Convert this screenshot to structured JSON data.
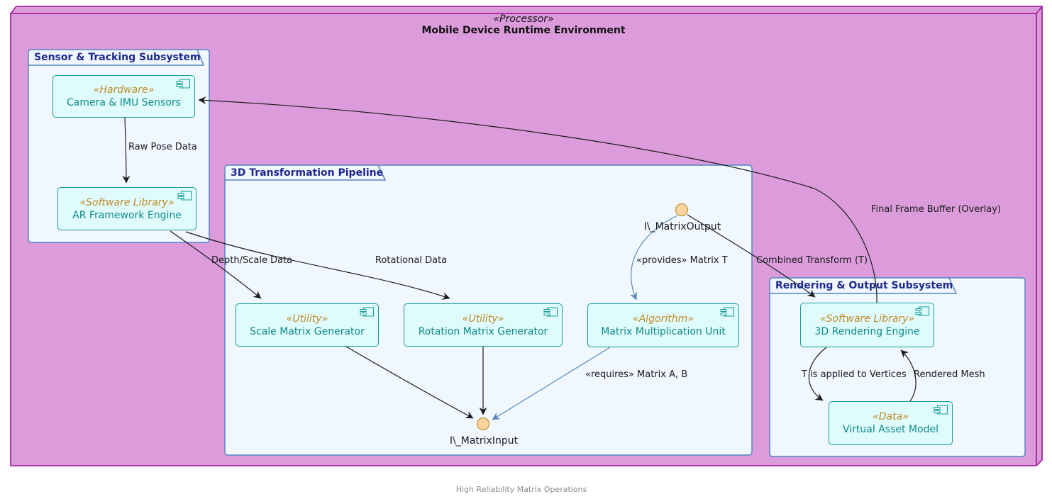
{
  "diagram": {
    "node": {
      "stereotype": "«Processor»",
      "title": "Mobile Device Runtime Environment"
    },
    "packages": {
      "sensor": {
        "title": "Sensor & Tracking Subsystem"
      },
      "pipeline": {
        "title": "3D Transformation Pipeline"
      },
      "rendering": {
        "title": "Rendering & Output Subsystem"
      }
    },
    "components": {
      "camera": {
        "stereotype": "«Hardware»",
        "name": "Camera & IMU Sensors"
      },
      "arfe": {
        "stereotype": "«Software Library»",
        "name": "AR Framework Engine"
      },
      "scale": {
        "stereotype": "«Utility»",
        "name": "Scale Matrix Generator"
      },
      "rotation": {
        "stereotype": "«Utility»",
        "name": "Rotation Matrix Generator"
      },
      "mmu": {
        "stereotype": "«Algorithm»",
        "name": "Matrix Multiplication Unit"
      },
      "render": {
        "stereotype": "«Software Library»",
        "name": "3D Rendering Engine"
      },
      "asset": {
        "stereotype": "«Data»",
        "name": "Virtual Asset Model"
      }
    },
    "interfaces": {
      "output": {
        "label": "I\\_MatrixOutput"
      },
      "input": {
        "label": "I\\_MatrixInput"
      }
    },
    "edge_labels": {
      "raw_pose": "Raw Pose Data",
      "depth_scale": "Depth/Scale Data",
      "rotational": "Rotational Data",
      "provides": "«provides» Matrix T",
      "requires": "«requires» Matrix A, B",
      "combined": "Combined Transform (T)",
      "frame_buffer": "Final Frame Buffer (Overlay)",
      "apply_t": "T is applied to Vertices",
      "rendered_mesh": "Rendered Mesh"
    },
    "caption": "High Reliability Matrix Operations",
    "colors": {
      "node_fill": "#DC9CDC",
      "node_border": "#A126A1",
      "pkg_fill": "#F0F7FE",
      "pkg_border": "#5585C0",
      "pkg_title": "#20288E",
      "comp_fill": "#E0FBFB",
      "comp_border": "#169B9B",
      "comp_text": "#0D8A8A",
      "stereo": "#BE8A28",
      "iface_fill": "#FDD49B",
      "iface_border": "#A9861F",
      "edge_dark": "#1B1B1B",
      "edge_blue": "#5588BB",
      "caption": "#8A8A8A"
    }
  }
}
